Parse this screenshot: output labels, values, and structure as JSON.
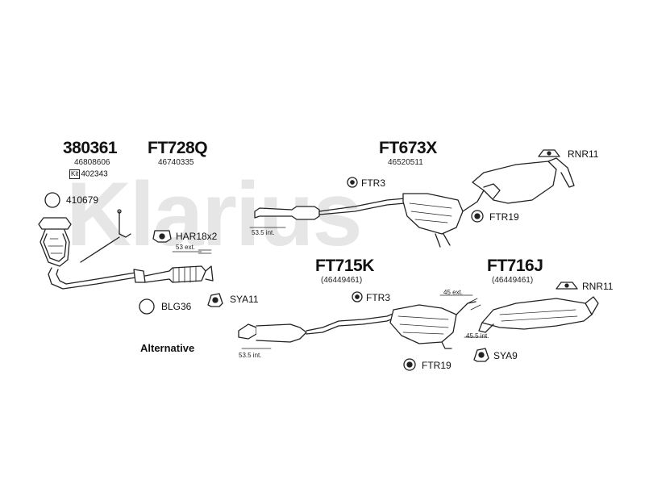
{
  "watermark": "Klarius",
  "parts": {
    "cat_number": "380361",
    "cat_oem": "46808606",
    "cat_kit_badge": "Kit",
    "cat_kit": "402343",
    "ring1": "410679",
    "front_pipe_number": "FT728Q",
    "front_pipe_oem": "46740335",
    "clamp_har": "HAR18x2",
    "ring2": "BLG36",
    "mount_sya11": "SYA11",
    "centre_number": "FT673X",
    "centre_oem": "46520511",
    "ftr3_top": "FTR3",
    "ftr19_top": "FTR19",
    "rnr11_top": "RNR11",
    "alt_centre_number": "FT715K",
    "alt_centre_oem": "(46449461)",
    "ftr3_bottom": "FTR3",
    "alt_rear_number": "FT716J",
    "alt_rear_oem": "(46449461)",
    "rnr11_bottom": "RNR11",
    "ftr19_bottom": "FTR19",
    "mount_sya9": "SYA9",
    "alternative": "Alternative"
  },
  "measurements": {
    "m_53_5_int_top": "53.5 int.",
    "m_53_ext": "53 ext.",
    "m_45_ext": "45 ext.",
    "m_45_5_int": "45.5 int.",
    "m_53_5_int_bottom": "53.5 int."
  }
}
